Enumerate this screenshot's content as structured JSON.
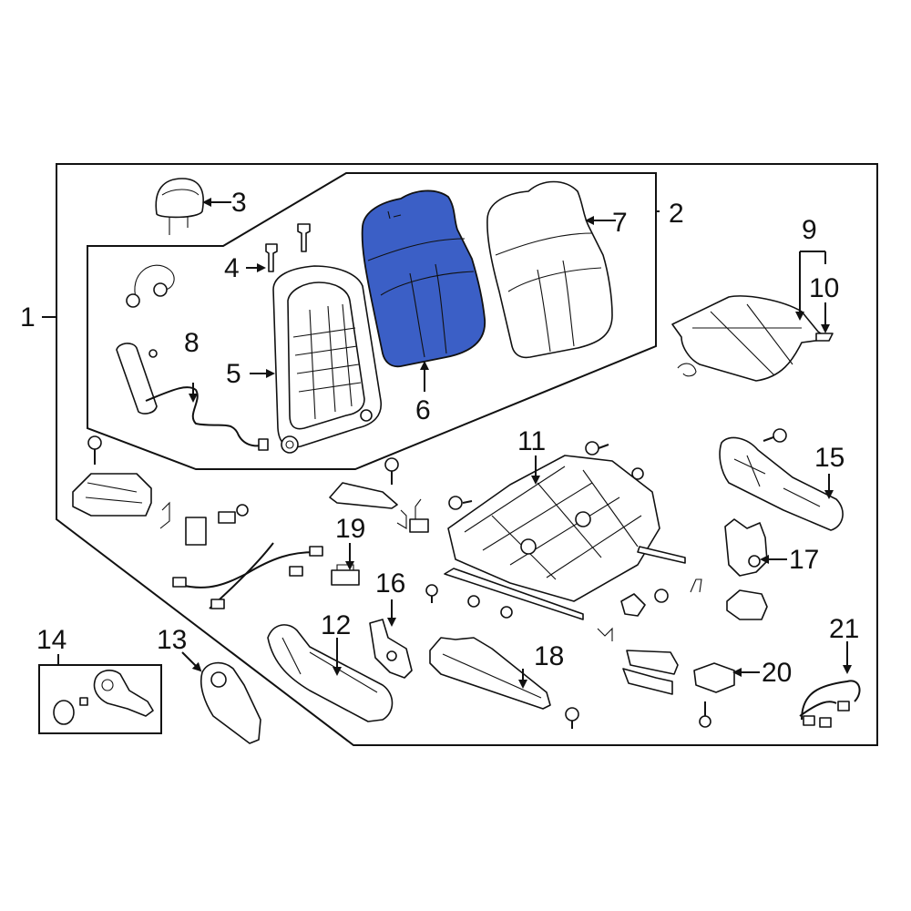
{
  "colors": {
    "highlight": "#3b5fc6",
    "line": "#111111",
    "background": "#ffffff"
  },
  "callouts": {
    "c1": "1",
    "c2": "2",
    "c3": "3",
    "c4": "4",
    "c5": "5",
    "c6": "6",
    "c7": "7",
    "c8": "8",
    "c9": "9",
    "c10": "10",
    "c11": "11",
    "c12": "12",
    "c13": "13",
    "c14": "14",
    "c15": "15",
    "c16": "16",
    "c17": "17",
    "c18": "18",
    "c19": "19",
    "c20": "20",
    "c21": "21"
  },
  "highlighted_part": "6"
}
